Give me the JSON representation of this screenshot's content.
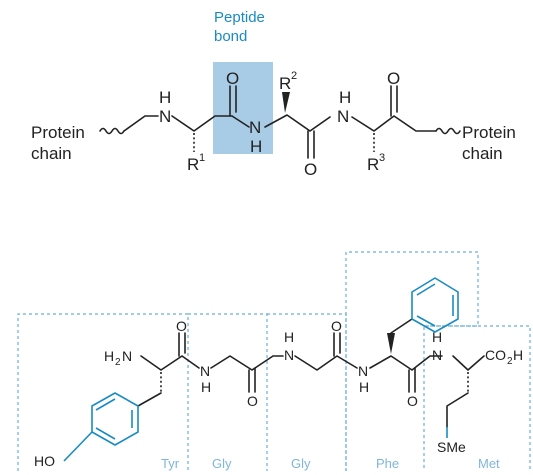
{
  "colors": {
    "accent": "#1a8bc2",
    "highlight": "#a8cce6",
    "residue_label": "#7fb6da",
    "ink": "#222222"
  },
  "top": {
    "title_line1": "Peptide",
    "title_line2": "bond",
    "left_end_line1": "Protein",
    "left_end_line2": "chain",
    "right_end_line1": "Protein",
    "right_end_line2": "chain",
    "atoms": {
      "n1": "H\nN",
      "o1": "O",
      "n2": "N",
      "h2": "H",
      "o2": "O",
      "n3": "N",
      "h3": "H",
      "o3": "O"
    },
    "r1": "R",
    "r1_sup": "1",
    "r2": "R",
    "r2_sup": "2",
    "r3": "R",
    "r3_sup": "3"
  },
  "bottom": {
    "h2n": "H",
    "h2n_sub": "2",
    "h2n_n": "N",
    "ho": "HO",
    "sme": "SMe",
    "co2h_c": "CO",
    "co2h_sub": "2",
    "co2h_h": "H",
    "residues": [
      "Tyr",
      "Gly",
      "Gly",
      "Phe",
      "Met"
    ]
  }
}
